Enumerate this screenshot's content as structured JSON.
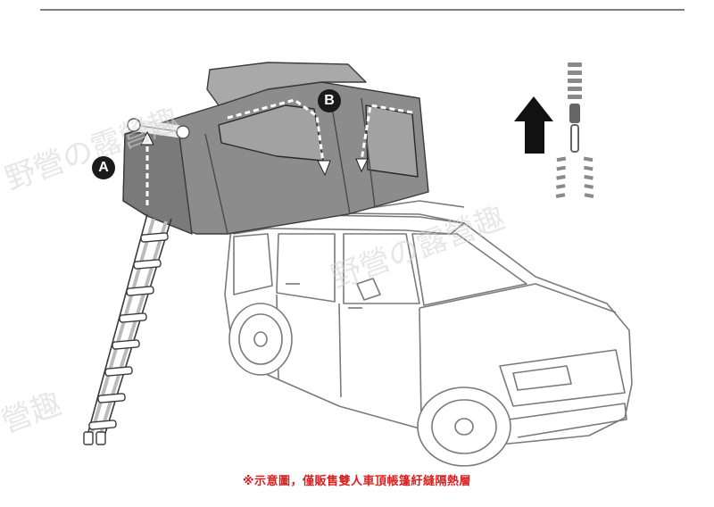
{
  "labels": {
    "a": "A",
    "b": "B"
  },
  "caption": "※示意圖，僅販售雙人車頂帳篷紆縫隔熱層",
  "watermarks": [
    "野營の露營趣",
    "野營の露營趣",
    "營趣"
  ],
  "colors": {
    "caption": "#d81e1e",
    "tent": "#8c8c8c",
    "tent_dark": "#6e6e6e",
    "outline": "#333333",
    "arrow": "#111111"
  }
}
